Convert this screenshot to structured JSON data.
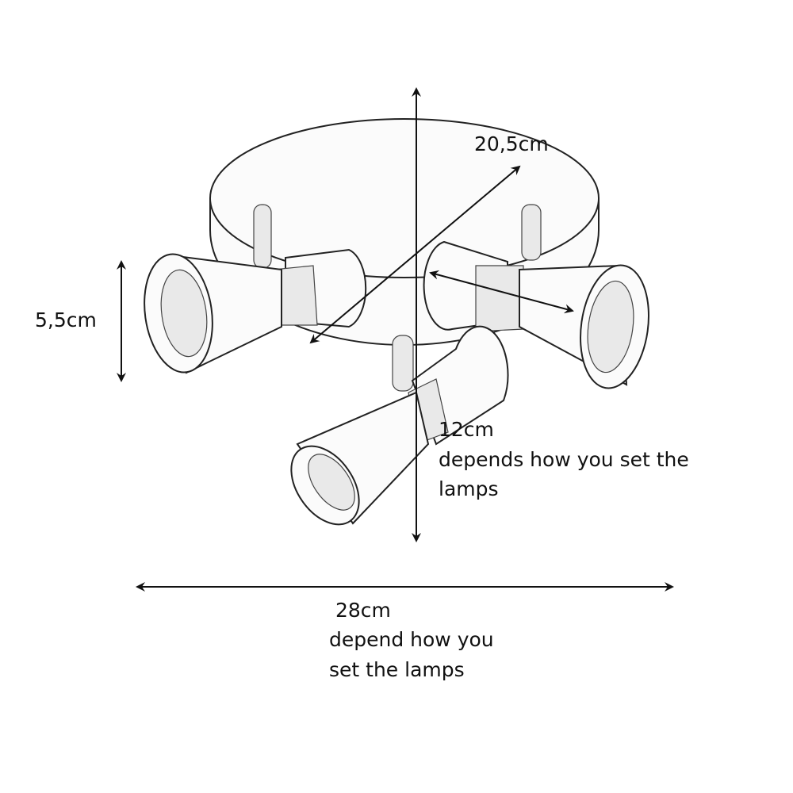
{
  "title": "Ceiling spotlight with 3 lamps - dimensions",
  "dimensions": {
    "diameter": "20,5cm",
    "lamp_height": "5,5cm",
    "depth_value": "12cm",
    "depth_note_line1": "depends how you set the",
    "depth_note_line2": "lamps",
    "width_value": "28cm",
    "width_note_line1": "depend how you",
    "width_note_line2": "set the lamps"
  }
}
